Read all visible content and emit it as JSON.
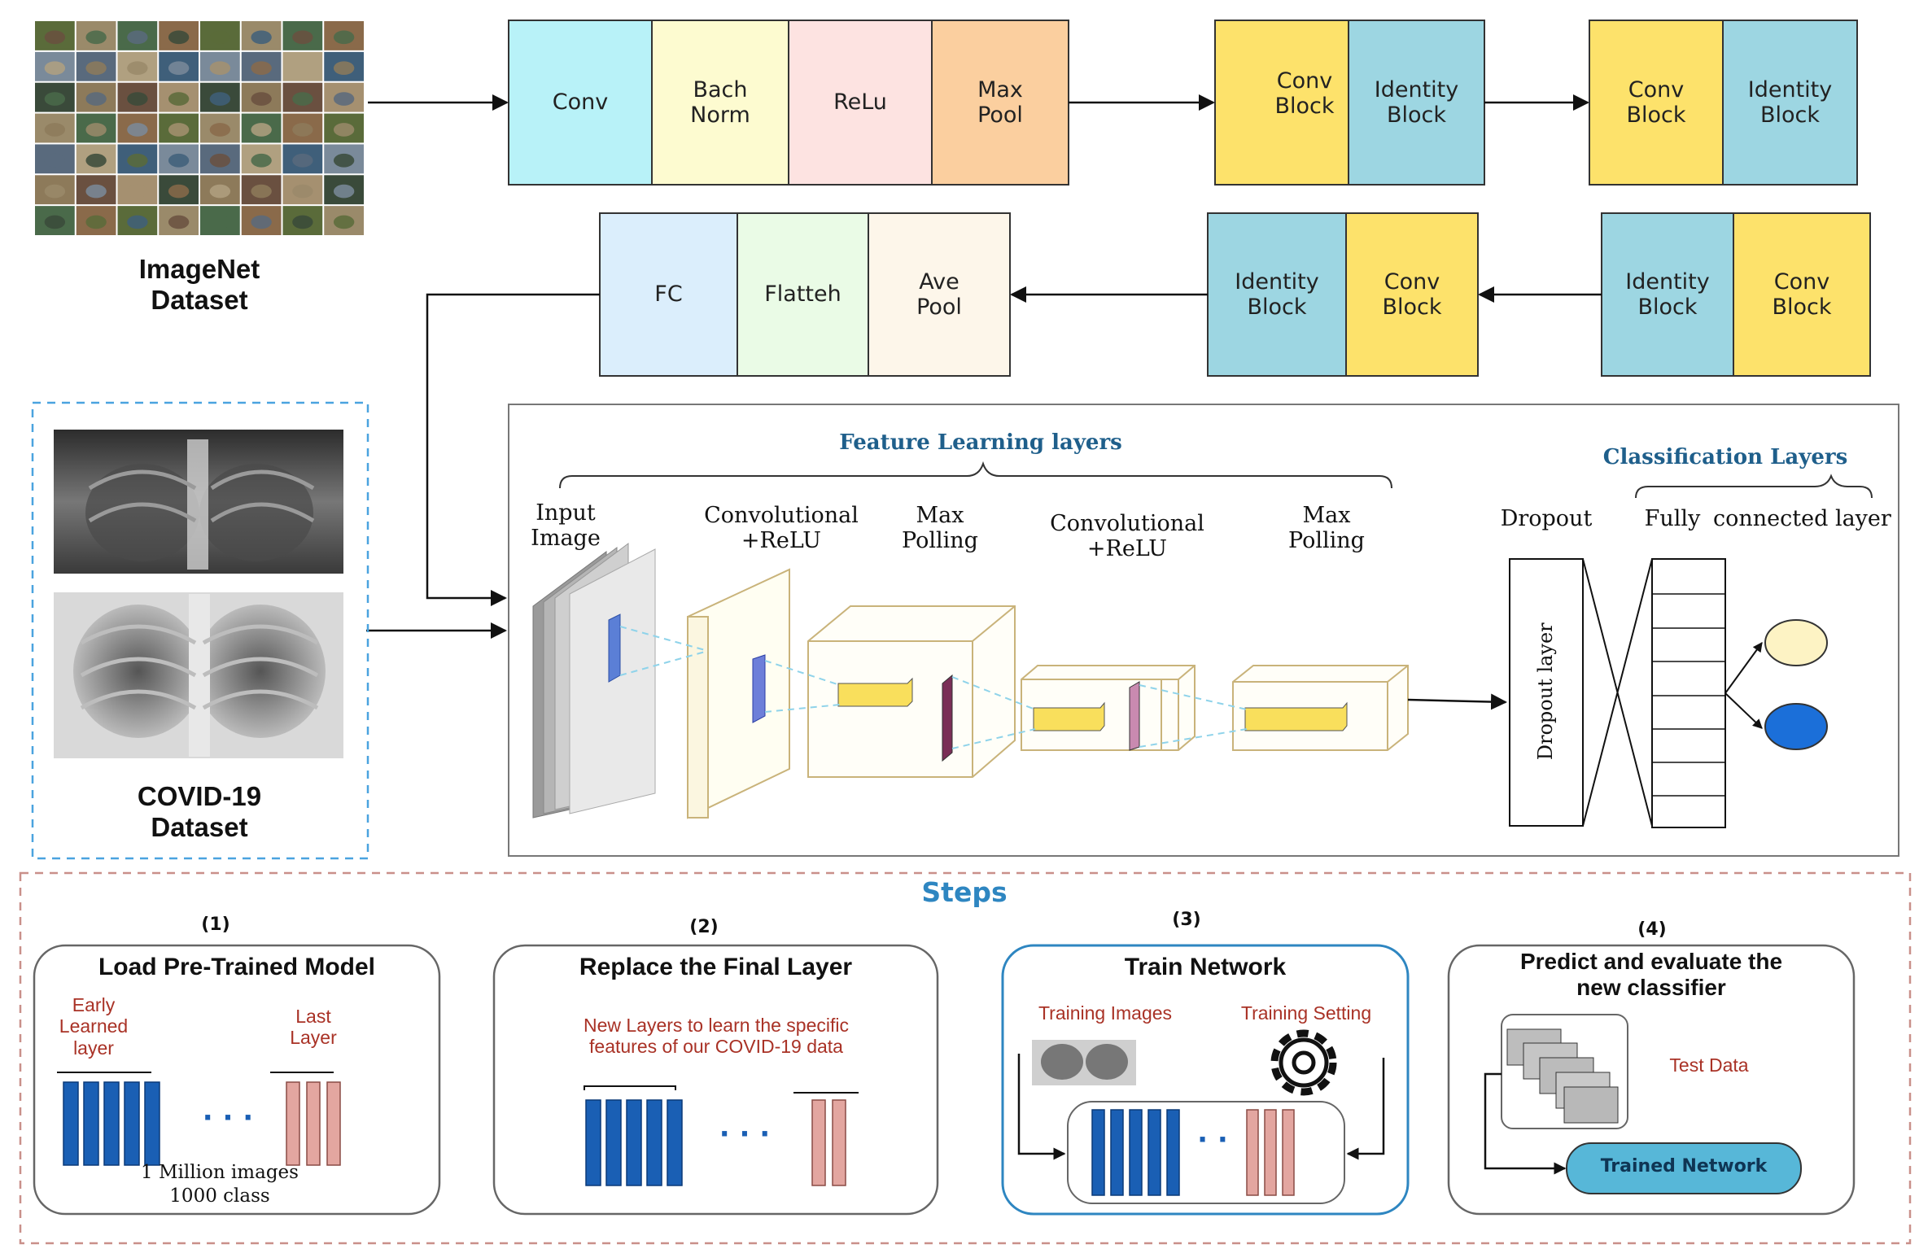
{
  "imagenet": {
    "title": "ImageNet\nDataset"
  },
  "covid": {
    "title": "COVID-19\nDataset"
  },
  "top_blocks": {
    "conv": "Conv",
    "bach_norm": "Bach\nNorm",
    "relu": "ReLu",
    "max_pool": "Max\nPool",
    "conv_block_1": "Conv\nBlock",
    "identity_block_1": "Identity\nBlock",
    "conv_block_2": "Conv\nBlock",
    "identity_block_2": "Identity\nBlock"
  },
  "second_row": {
    "fc": "FC",
    "flatten": "Flatteh",
    "ave_pool": "Ave\nPool",
    "identity_block_3": "Identity\nBlock",
    "conv_block_3": "Conv\nBlock",
    "identity_block_4": "Identity\nBlock",
    "conv_block_4": "Conv\nBlock"
  },
  "cnn": {
    "feature_learning": "Feature Learning layers",
    "classification": "Classification Layers",
    "input_image": "Input\nImage",
    "conv_relu_1": "Convolutional\n+ReLU",
    "max_polling_1": "Max\nPolling",
    "conv_relu_2": "Convolutional\n+ReLU",
    "max_polling_2": "Max\nPolling",
    "dropout": "Dropout",
    "fully": "Fully",
    "connected_layer": "connected layer",
    "dropout_layer": "Dropout layer"
  },
  "steps": {
    "title": "Steps",
    "step1": {
      "num": "(1)",
      "title": "Load Pre-Trained Model",
      "early": "Early\nLearned\nlayer",
      "last": "Last\nLayer",
      "ellipsis": "· · ·",
      "million": "1 Million images",
      "classes": "1000 class"
    },
    "step2": {
      "num": "(2)",
      "title": "Replace the Final Layer",
      "desc": "New Layers to learn the specific\nfeatures of our COVID-19 data",
      "ellipsis": "· · ·"
    },
    "step3": {
      "num": "(3)",
      "title": "Train Network",
      "training_images": "Training Images",
      "training_setting": "Training Setting",
      "ellipsis": "· ·"
    },
    "step4": {
      "num": "(4)",
      "title": "Predict and evaluate the\nnew classifier",
      "test_data": "Test Data",
      "trained_network": "Trained Network"
    }
  },
  "colors": {
    "conv_cyan": "#b8f2f8",
    "batch_yellow": "#fdfbd0",
    "relu_pink": "#fde3e1",
    "maxpool_orange": "#fbcf9f",
    "conv_block_yellow": "#fde26b",
    "identity_blue": "#9dd6e2",
    "fc_blue": "#dbeefc",
    "flatten_green": "#eafbe6",
    "avepool_cream": "#fdf6ea",
    "dark_blue_bar": "#1a5fb4",
    "salmon_bar": "#e3a6a0",
    "steps_blue": "#2e86c1",
    "red_text": "#a93226"
  }
}
